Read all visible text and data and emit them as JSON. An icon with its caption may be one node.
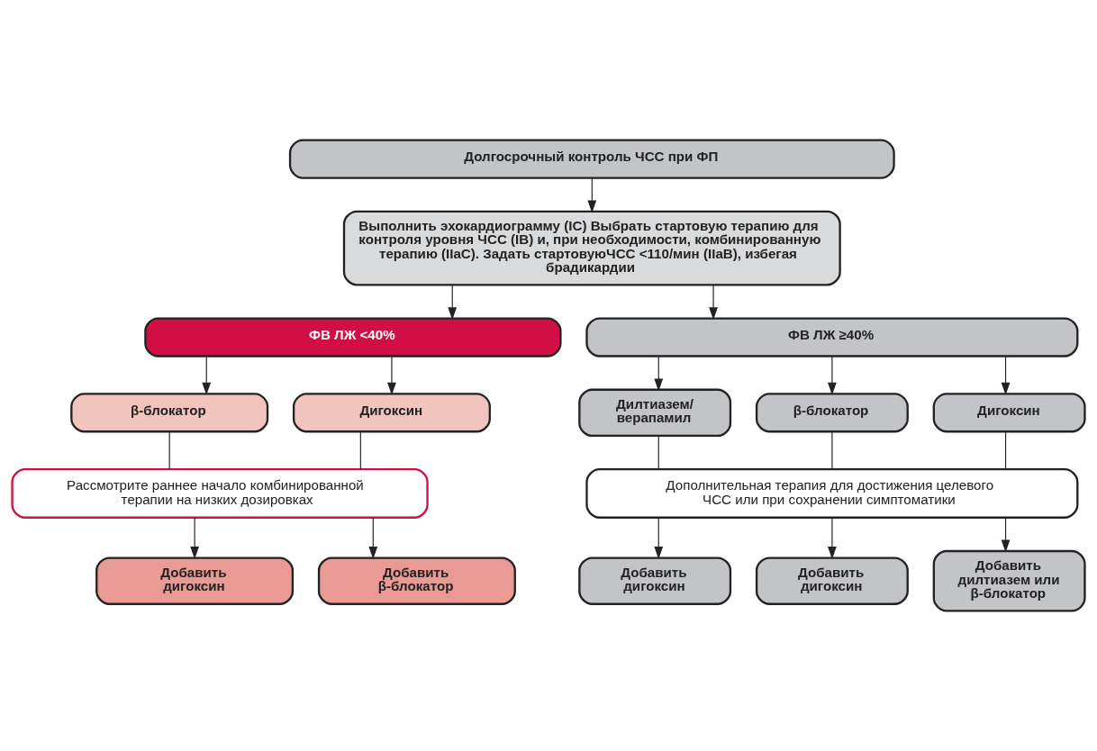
{
  "diagram": {
    "nodes": [
      {
        "text": [
          "Долгосрочный контроль ЧСС при ФП"
        ]
      },
      {
        "text": [
          "Выполнить эхокардиограмму (IC) Выбрать стартовую терапию для контроля уровня ЧСС (IB) и, при необходимости, комбинированную терапию (IIaC). Задать стартовуюЧСС <110/мин (IIaB), избегая брадикардии"
        ]
      },
      {
        "text": [
          "ФВ ЛЖ <40%"
        ]
      },
      {
        "text": [
          "ФВ ЛЖ ≥40%"
        ]
      },
      {
        "text": [
          "β-блокатор"
        ]
      },
      {
        "text": [
          "Дигоксин"
        ]
      },
      {
        "text": [
          "Дилтиазем/ верапамил"
        ]
      },
      {
        "text": [
          "β-блокатор"
        ]
      },
      {
        "text": [
          "Дигоксин"
        ]
      },
      {
        "text": [
          "Рассмотрите раннее начало комбинированной терапии на низких дозировках"
        ]
      },
      {
        "text": [
          "Дополнительная терапия для достижения целевого ЧСС или при сохранении симптоматики"
        ]
      },
      {
        "text": [
          "Добавить дигоксин"
        ]
      },
      {
        "text": [
          "Добавить β-блокатор"
        ]
      },
      {
        "text": [
          "Добавить дигоксин"
        ]
      },
      {
        "text": [
          "Добавить дигоксин"
        ]
      },
      {
        "text": [
          "Добавить дилтиазем или β-блокатор"
        ]
      }
    ],
    "edges": [
      {
        "from": 0,
        "to": 1,
        "arrow": "to"
      },
      {
        "from": 1,
        "to": 2,
        "arrow": "to"
      },
      {
        "from": 1,
        "to": 3,
        "arrow": "to"
      },
      {
        "from": 2,
        "to": 4,
        "arrow": "to"
      },
      {
        "from": 2,
        "to": 5,
        "arrow": "to"
      },
      {
        "from": 3,
        "to": 6,
        "arrow": "to"
      },
      {
        "from": 3,
        "to": 7,
        "arrow": "to"
      },
      {
        "from": 3,
        "to": 8,
        "arrow": "to"
      },
      {
        "from": 4,
        "to": 9,
        "arrow": "none"
      },
      {
        "from": 5,
        "to": 9,
        "arrow": "none"
      },
      {
        "from": 6,
        "to": 10,
        "arrow": "none"
      },
      {
        "from": 7,
        "to": 10,
        "arrow": "none"
      },
      {
        "from": 8,
        "to": 10,
        "arrow": "none"
      },
      {
        "from": 9,
        "to": 11,
        "arrow": "to"
      },
      {
        "from": 9,
        "to": 12,
        "arrow": "to"
      },
      {
        "from": 10,
        "to": 13,
        "arrow": "to"
      },
      {
        "from": 10,
        "to": 14,
        "arrow": "to"
      },
      {
        "from": 10,
        "to": 15,
        "arrow": "to"
      }
    ]
  }
}
